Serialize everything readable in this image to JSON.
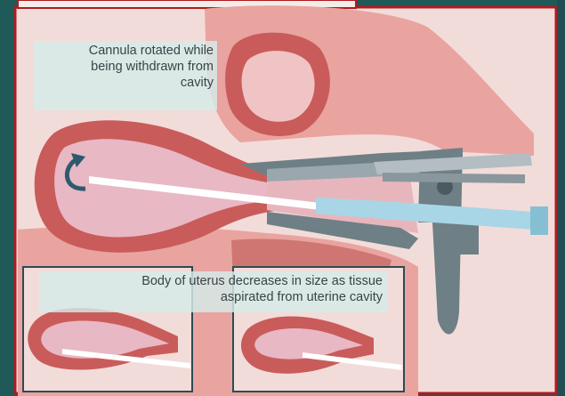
{
  "callout_top": {
    "line1": "Cannula rotated while",
    "line2": "being withdrawn from",
    "line3": "cavity"
  },
  "callout_bottom": {
    "line1": "Body of uterus decreases in size as tissue",
    "line2": "aspirated from uterine cavity"
  },
  "colors": {
    "frame_border": "#b01a1f",
    "background": "#f2dcd9",
    "tissue": "#e9a4a0",
    "uterine_wall": "#c95c5a",
    "cavity": "#e8b8c4",
    "instrument": "#6e7f86",
    "cannula": "#a8d6e6"
  }
}
